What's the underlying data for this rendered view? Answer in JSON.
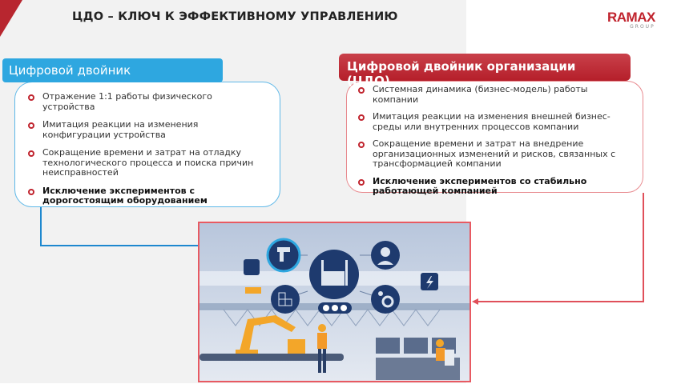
{
  "header": {
    "title": "ЦДО – КЛЮЧ К ЭФФЕКТИВНОМУ УПРАВЛЕНИЮ",
    "logo_main": "RAMAX",
    "logo_sub": "GROUP"
  },
  "left": {
    "title": "Цифровой двойник",
    "items": [
      {
        "text": "Отражение 1:1 работы физического устройства",
        "bold": false
      },
      {
        "text": "Имитация реакции на изменения конфигурации устройства",
        "bold": false
      },
      {
        "text": "Сокращение времени и затрат на отладку технологического процесса и поиска причин неисправностей",
        "bold": false
      },
      {
        "text": "Исключение экспериментов с дорогостоящим оборудованием",
        "bold": true
      }
    ]
  },
  "right": {
    "title": "Цифровой двойник организации (ЦДО)",
    "items": [
      {
        "text": "Системная динамика (бизнес-модель) работы компании",
        "bold": false
      },
      {
        "text": "Имитация реакции на изменения внешней бизнес-среды или внутренних процессов компании",
        "bold": false
      },
      {
        "text": "Сокращение времени и затрат на внедрение организационных изменений и рисков, связанных с трансформацией компании",
        "bold": false
      },
      {
        "text": "Исключение экспериментов со стабильно работающей компанией",
        "bold": true
      }
    ]
  },
  "colors": {
    "blue": "#2ea7e0",
    "red": "#b8262f",
    "navy": "#1e3a6e"
  }
}
